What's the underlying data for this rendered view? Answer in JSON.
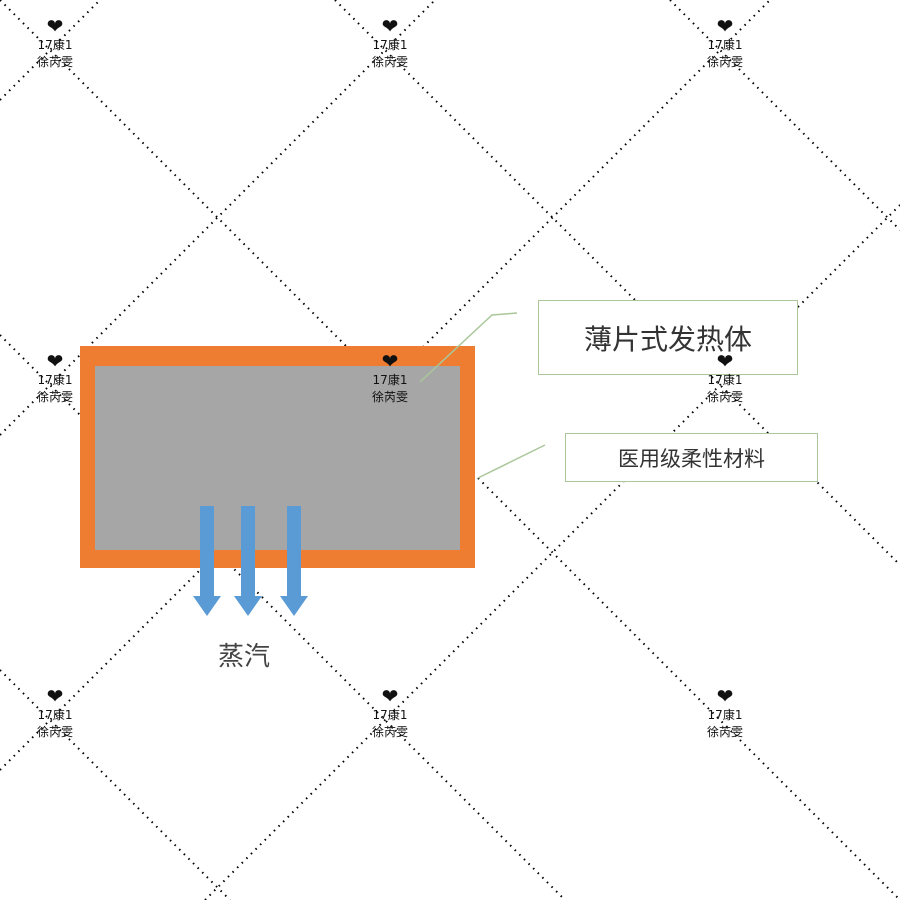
{
  "diagram": {
    "labels": {
      "heater": "薄片式发热体",
      "material": "医用级柔性材料",
      "steam": "蒸汽"
    },
    "colors": {
      "outer_layer": "#ee7d31",
      "inner_layer": "#a6a6a6",
      "arrows": "#5b9bd5",
      "label_border": "#a9c79a"
    },
    "steam_arrow_count": 3
  },
  "watermark": {
    "line1": "17康1",
    "line2": "徐芮雯",
    "icon": "hearts-icon"
  }
}
